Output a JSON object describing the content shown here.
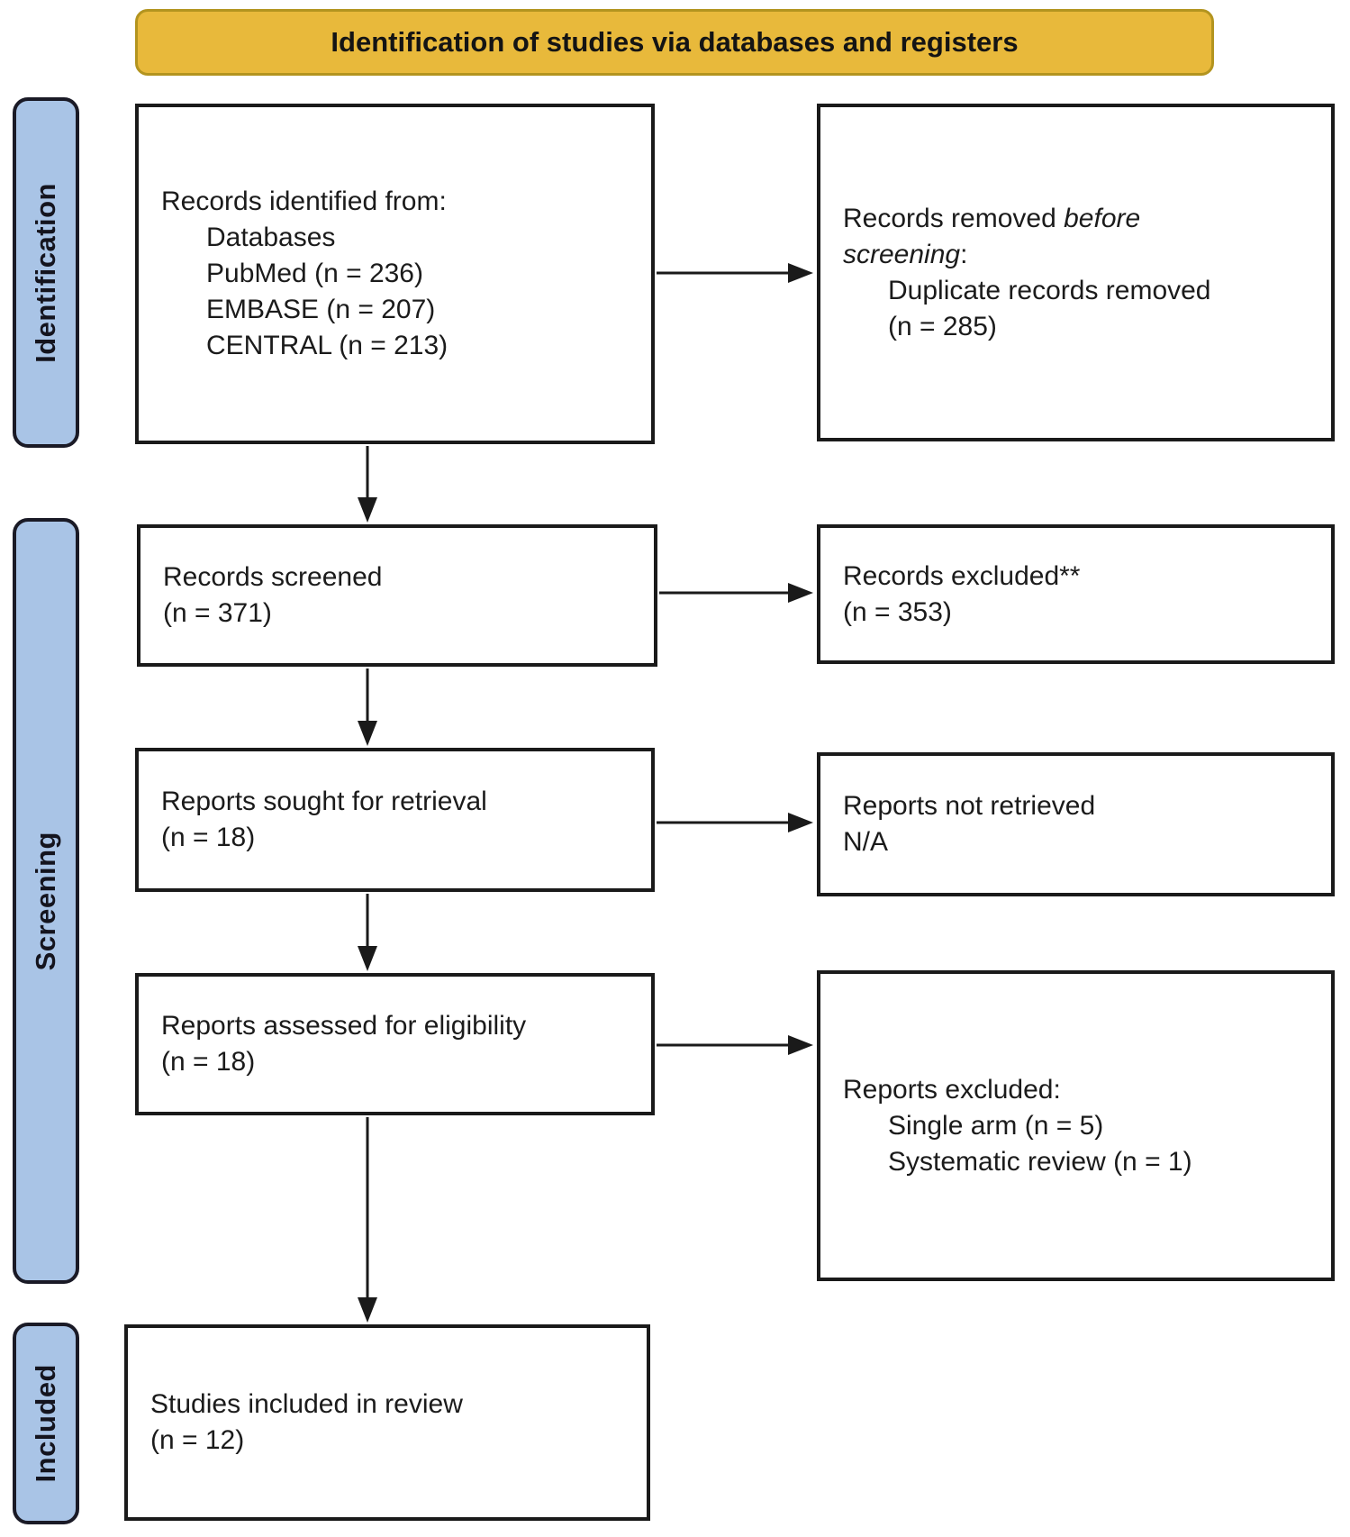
{
  "banner": {
    "title": "Identification of studies via databases and registers"
  },
  "stages": {
    "identification": "Identification",
    "screening": "Screening",
    "included": "Included"
  },
  "boxes": {
    "records_identified": {
      "title": "Records identified from:",
      "items": [
        "Databases",
        "PubMed (n = 236)",
        "EMBASE (n = 207)",
        "CENTRAL (n = 213)"
      ]
    },
    "records_removed": {
      "line1_normal": "Records removed ",
      "line1_italic": "before",
      "line2_italic": "screening",
      "line2_normal": ":",
      "items": [
        "Duplicate records removed",
        "(n = 285)"
      ]
    },
    "records_screened": {
      "line1": "Records screened",
      "line2": "(n = 371)"
    },
    "records_excluded": {
      "line1": "Records excluded**",
      "line2": "(n = 353)"
    },
    "reports_sought": {
      "line1": "Reports sought for retrieval",
      "line2": "(n = 18)"
    },
    "reports_not_retrieved": {
      "line1": "Reports not retrieved",
      "line2": "N/A"
    },
    "reports_assessed": {
      "line1": "Reports assessed for eligibility",
      "line2": "(n = 18)"
    },
    "reports_excluded": {
      "title": "Reports excluded:",
      "items": [
        "Single arm (n = 5)",
        "Systematic review (n = 1)"
      ]
    },
    "studies_included": {
      "line1": "Studies included in review",
      "line2": "(n = 12)"
    }
  },
  "colors": {
    "banner_fill": "#E8B93B",
    "banner_border": "#B3941F",
    "stage_fill": "#A9C4E6",
    "stage_border": "#1A1A26",
    "box_border": "#1A1A1A",
    "arrow": "#1A1A1A",
    "background": "#FFFFFF"
  }
}
